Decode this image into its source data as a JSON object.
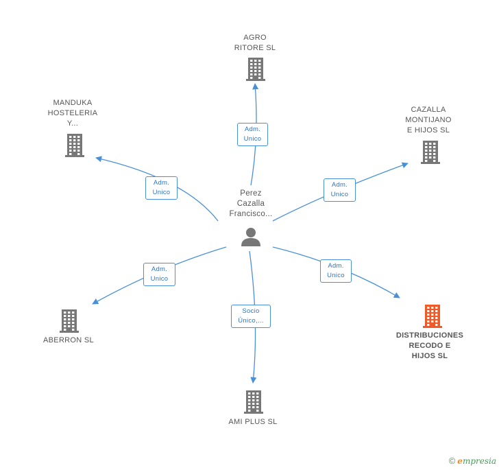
{
  "center": {
    "label": [
      "Perez",
      "Cazalla",
      "Francisco..."
    ],
    "icon": "person-icon"
  },
  "companies": [
    {
      "id": "agro",
      "label": [
        "AGRO",
        "RITORE SL"
      ],
      "icon": "building-icon",
      "highlight": false
    },
    {
      "id": "manduka",
      "label": [
        "MANDUKA",
        "HOSTELERIA",
        "Y..."
      ],
      "icon": "building-icon",
      "highlight": false
    },
    {
      "id": "cazalla",
      "label": [
        "CAZALLA",
        "MONTIJANO",
        "E HIJOS SL"
      ],
      "icon": "building-icon",
      "highlight": false
    },
    {
      "id": "aberron",
      "label": [
        "ABERRON SL"
      ],
      "icon": "building-icon",
      "highlight": false
    },
    {
      "id": "amiplus",
      "label": [
        "AMI PLUS SL"
      ],
      "icon": "building-icon",
      "highlight": false
    },
    {
      "id": "distribuciones",
      "label": [
        "DISTRIBUCIONES",
        "RECODO E",
        "HIJOS SL"
      ],
      "icon": "building-icon",
      "highlight": true
    }
  ],
  "edges": [
    {
      "to": "agro",
      "label": [
        "Adm.",
        "Unico"
      ]
    },
    {
      "to": "manduka",
      "label": [
        "Adm.",
        "Unico"
      ]
    },
    {
      "to": "cazalla",
      "label": [
        "Adm.",
        "Unico"
      ]
    },
    {
      "to": "aberron",
      "label": [
        "Adm.",
        "Unico"
      ]
    },
    {
      "to": "amiplus",
      "label": [
        "Socio",
        "Único,..."
      ]
    },
    {
      "to": "distribuciones",
      "label": [
        "Adm.",
        "Unico"
      ]
    }
  ],
  "colors": {
    "edge": "#4a90d9",
    "building": "#777777",
    "building_highlight": "#f05a28",
    "person": "#777777"
  },
  "footer": {
    "copyright": "©",
    "brand_initial": "e",
    "brand_rest": "mpresia"
  }
}
